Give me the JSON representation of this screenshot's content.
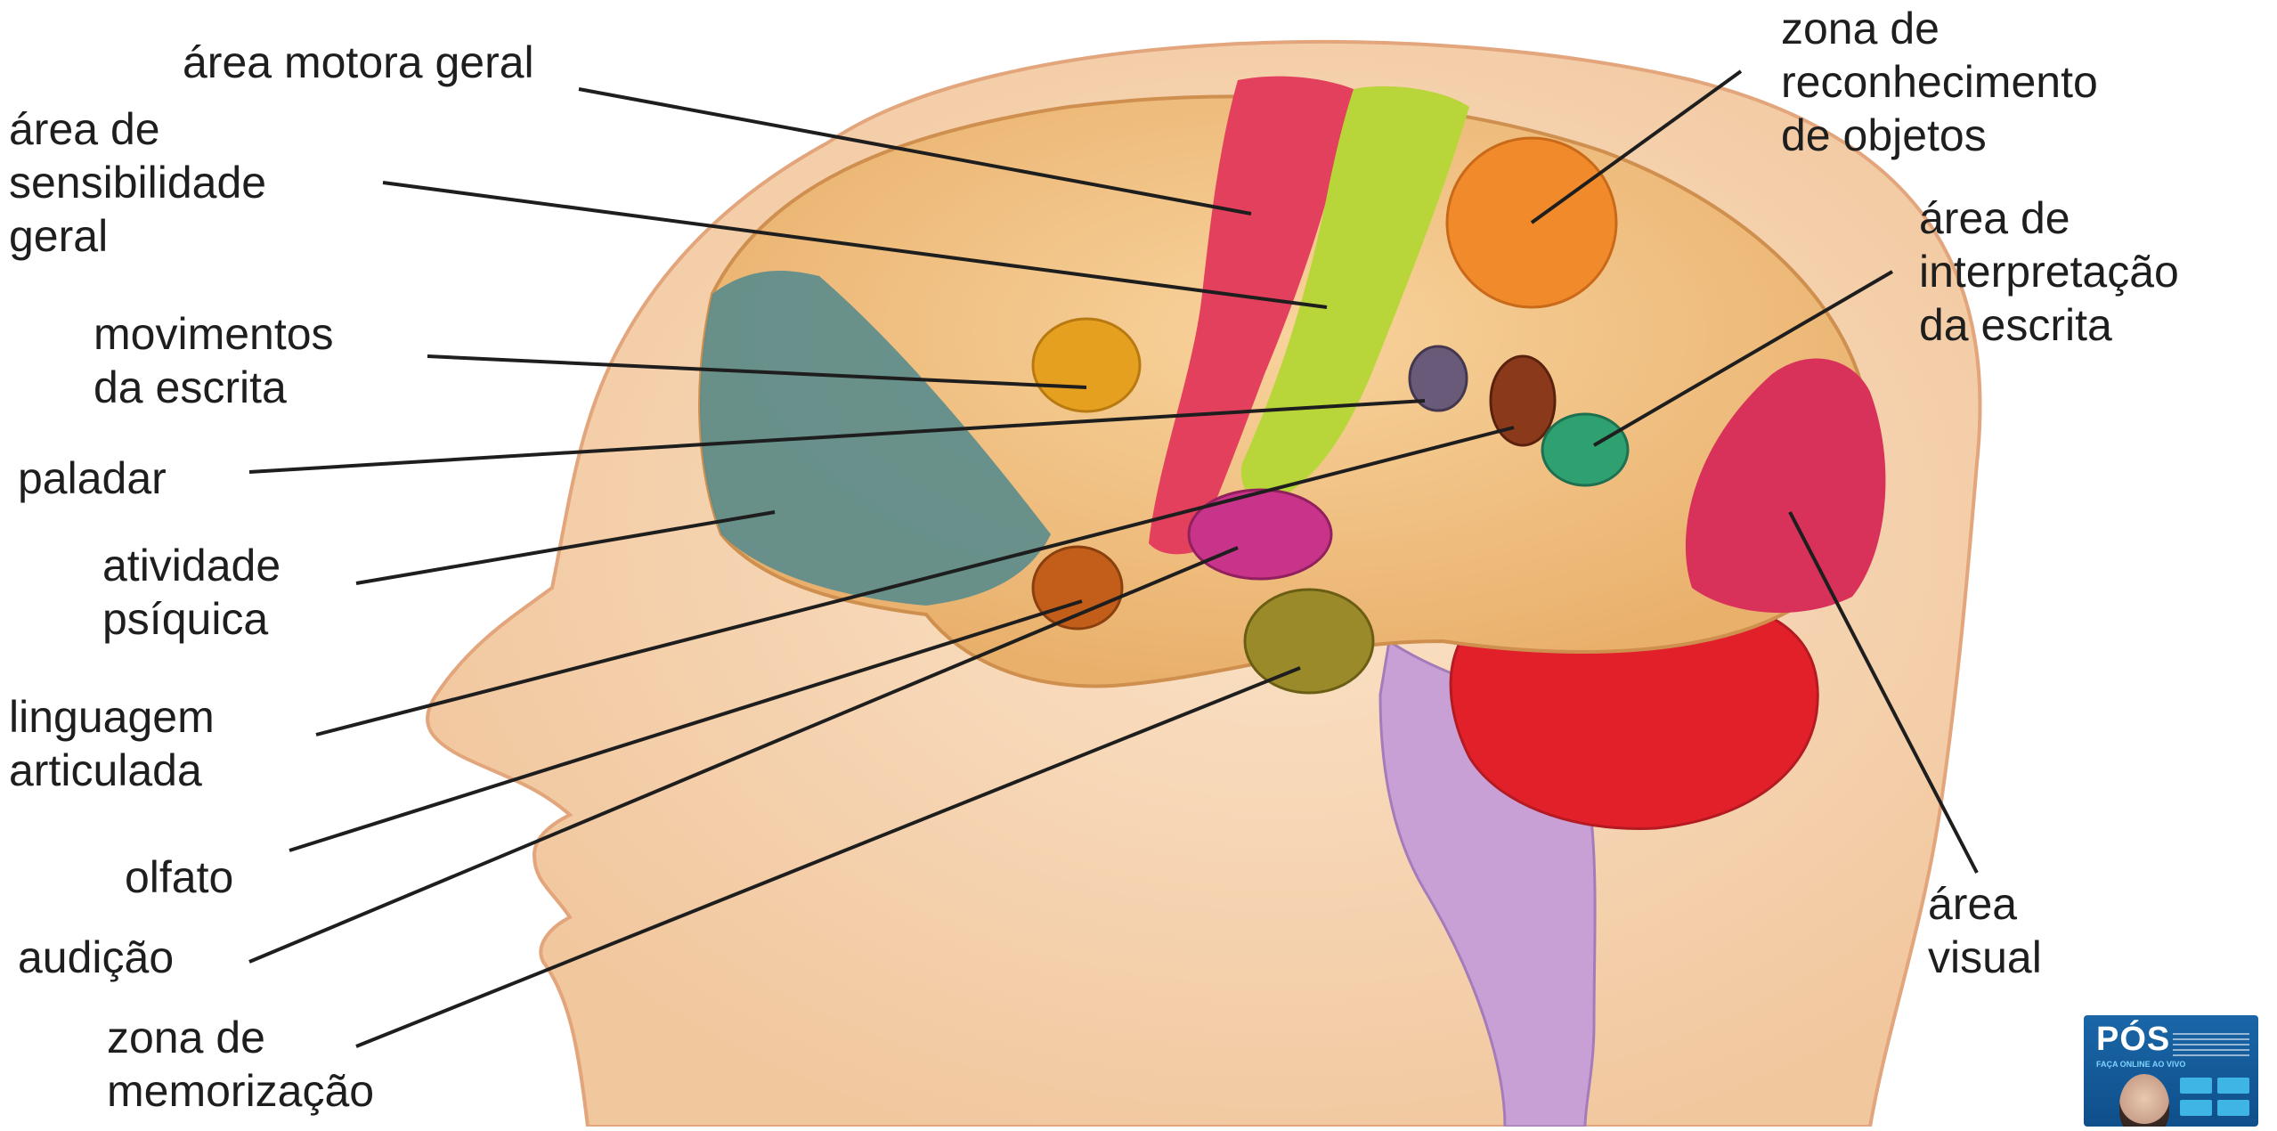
{
  "diagram": {
    "labels": {
      "area_motora_geral": "área motora geral",
      "area_sensibilidade_geral": "área de\nsensibilidade\ngeral",
      "movimentos_escrita": "movimentos\nda escrita",
      "paladar": "paladar",
      "atividade_psiquica": "atividade\npsíquica",
      "linguagem_articulada": "linguagem\narticulada",
      "olfato": "olfato",
      "audicao": "audição",
      "zona_memorizacao": "zona de\nmemorização",
      "zona_reconhecimento": "zona de\nreconhecimento\nde objetos",
      "area_interpretacao": "área de\ninterpretação\nda escrita",
      "area_visual": "área\nvisual"
    },
    "colors": {
      "skin": "#f7d6b3",
      "skin_outline": "#e2a57c",
      "cortex": "#f2c28a",
      "motor_strip": "#e2405c",
      "sensory_strip": "#b8d63a",
      "frontal_lobe": "#5a8c8c",
      "object_recognition": "#f08a2a",
      "visual_area": "#d8325a",
      "cerebellum": "#e2202a",
      "brainstem": "#c8a0d6"
    }
  },
  "badge": {
    "title": "PÓS",
    "subtitle": "FAÇA ONLINE AO VIVO"
  }
}
